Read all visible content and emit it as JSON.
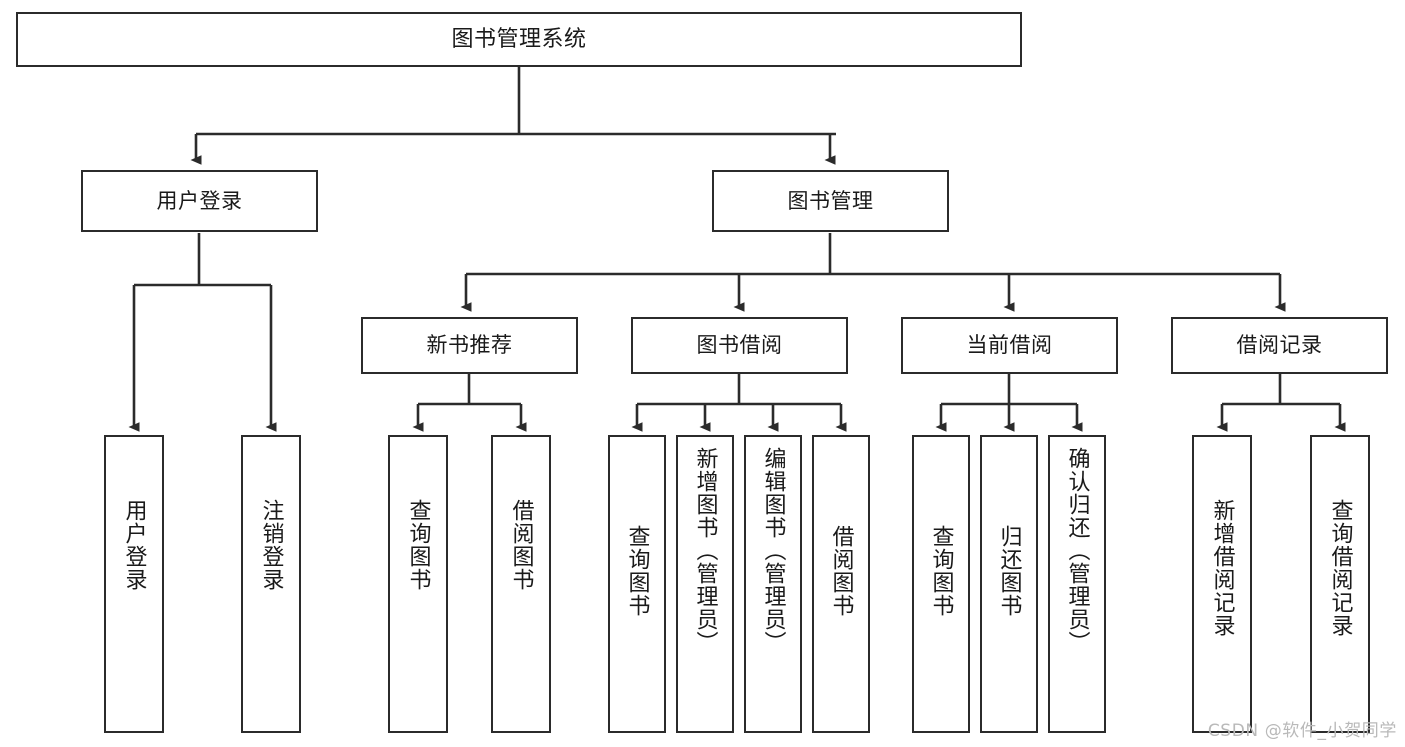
{
  "diagram": {
    "title": "图书管理系统",
    "type": "hierarchy-tree",
    "colors": {
      "box_border": "#2b2b2b",
      "box_fill": "#ffffff",
      "line": "#2b2b2b",
      "text": "#1a1a1a",
      "watermark": "#b9b9b9",
      "background": "#ffffff"
    },
    "root": {
      "label": "图书管理系统"
    },
    "level2": [
      {
        "label": "用户登录"
      },
      {
        "label": "图书管理"
      }
    ],
    "level3": [
      {
        "label": "新书推荐"
      },
      {
        "label": "图书借阅"
      },
      {
        "label": "当前借阅"
      },
      {
        "label": "借阅记录"
      }
    ],
    "leaves_user_login": [
      {
        "label": "用户登录"
      },
      {
        "label": "注销登录"
      }
    ],
    "leaves_new_book": [
      {
        "label": "查询图书"
      },
      {
        "label": "借阅图书"
      }
    ],
    "leaves_borrow": [
      {
        "label": "查询图书"
      },
      {
        "label": "新增图书（管理员）"
      },
      {
        "label": "编辑图书（管理员）"
      },
      {
        "label": "借阅图书"
      }
    ],
    "leaves_current": [
      {
        "label": "查询图书"
      },
      {
        "label": "归还图书"
      },
      {
        "label": "确认归还（管理员）"
      }
    ],
    "leaves_records": [
      {
        "label": "新增借阅记录"
      },
      {
        "label": "查询借阅记录"
      }
    ]
  },
  "watermark": {
    "text": "CSDN @软件_小贺同学"
  }
}
